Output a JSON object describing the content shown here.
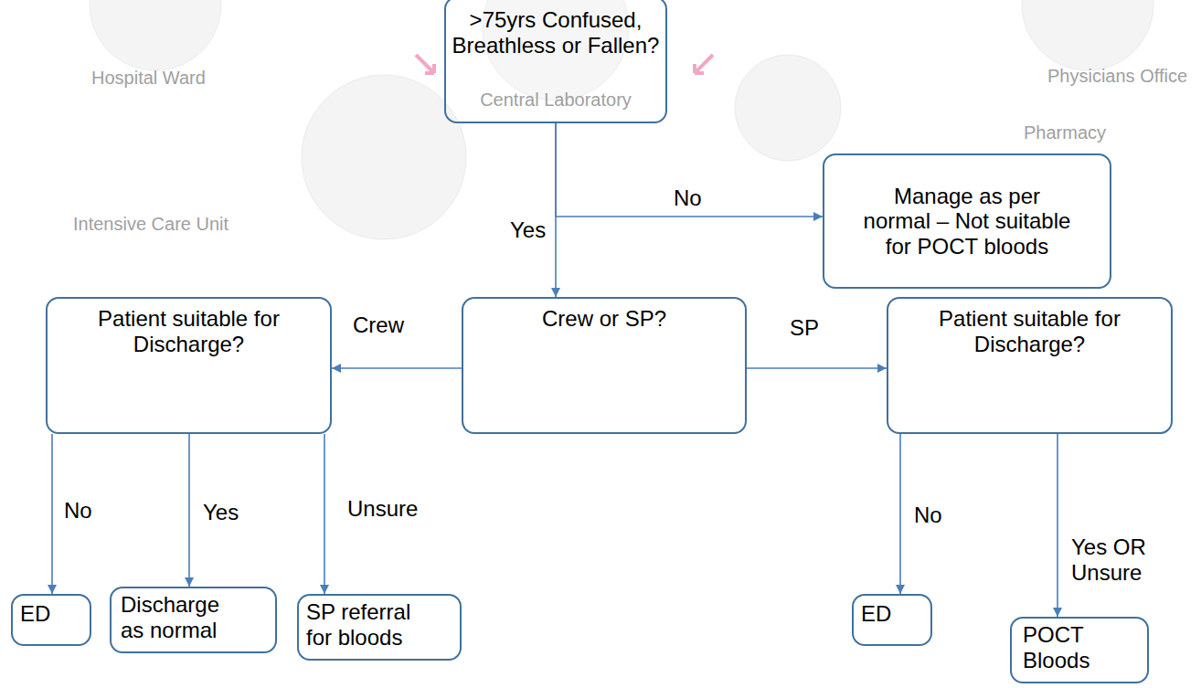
{
  "diagram": {
    "nodes": [
      {
        "text": [
          ">75yrs Confused, Breathless or Fallen?"
        ]
      },
      {
        "text": [
          "Manage as per normal – Not suitable for POCT bloods"
        ]
      },
      {
        "text": [
          "Patient suitable for Discharge?"
        ]
      },
      {
        "text": [
          "Crew or SP?"
        ]
      },
      {
        "text": [
          "Patient suitable for Discharge?"
        ]
      },
      {
        "text": [
          "ED"
        ]
      },
      {
        "text": [
          "Discharge as normal"
        ]
      },
      {
        "text": [
          "SP referral for bloods"
        ]
      },
      {
        "text": [
          "ED"
        ]
      },
      {
        "text": [
          "POCT Bloods"
        ]
      }
    ],
    "edges": [
      {
        "from": 0,
        "to": 3,
        "label": "Yes",
        "arrow": "to"
      },
      {
        "from": 0,
        "to": 1,
        "label": "No",
        "arrow": "to"
      },
      {
        "from": 3,
        "to": 2,
        "label": "Crew",
        "arrow": "to"
      },
      {
        "from": 3,
        "to": 4,
        "label": "SP",
        "arrow": "to"
      },
      {
        "from": 2,
        "to": 5,
        "label": "No",
        "arrow": "to"
      },
      {
        "from": 2,
        "to": 6,
        "label": "Yes",
        "arrow": "to"
      },
      {
        "from": 2,
        "to": 7,
        "label": "Unsure",
        "arrow": "to"
      },
      {
        "from": 4,
        "to": 8,
        "label": "No",
        "arrow": "to"
      },
      {
        "from": 4,
        "to": 9,
        "label": "Yes OR Unsure",
        "arrow": "to"
      }
    ],
    "labels": [
      "Hospital Ward",
      "Physicians Office",
      "Central Laboratory",
      "Intensive Care Unit",
      "Pharmacy"
    ]
  }
}
